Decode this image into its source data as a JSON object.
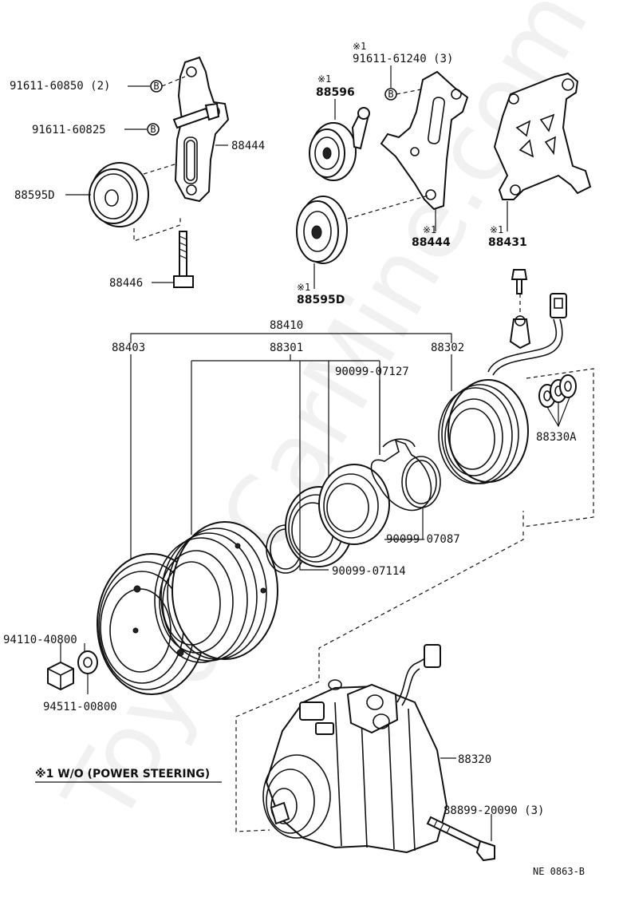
{
  "watermark": "ToyotaCarMine.com",
  "parts": {
    "p91611_60850": "91611-60850 (2)",
    "p91611_60825": "91611-60825",
    "p88444_left": "88444",
    "p88595D_left": "88595D",
    "p88446": "88446",
    "note_a_star": "※1",
    "p91611_61240": "91611-61240 (3)",
    "p88596_star": "※1",
    "p88596": "88596",
    "p88444_right_star": "※1",
    "p88444_right": "88444",
    "p88431_star": "※1",
    "p88431": "88431",
    "p88595D_right_star": "※1",
    "p88595D_right": "88595D",
    "p88410": "88410",
    "p88403": "88403",
    "p88301": "88301",
    "p88302": "88302",
    "p90099_07127": "90099-07127",
    "p88330A": "88330A",
    "p90099_07087": "90099-07087",
    "p90099_07114": "90099-07114",
    "p94110_40800": "94110-40800",
    "p94511_00800": "94511-00800",
    "p88320": "88320",
    "p88899_20090": "88899-20090 (3)"
  },
  "markers": {
    "b1": "B",
    "b2": "B",
    "b3": "B"
  },
  "legend_note": "※1 W/O (POWER STEERING)",
  "figure_code": "NE 0863-B"
}
